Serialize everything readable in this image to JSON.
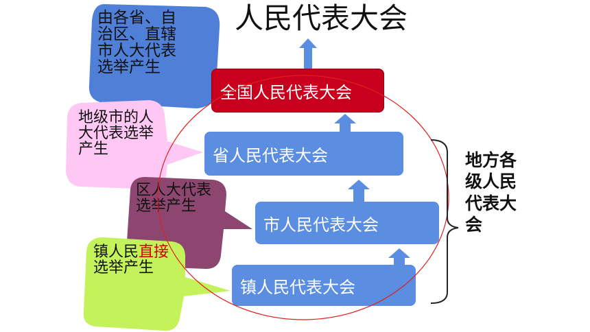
{
  "title": "人民代表大会",
  "boxes": {
    "national": "全国人民代表大会",
    "province": "省人民代表大会",
    "city": "市人民代表大会",
    "town": "镇人民代表大会"
  },
  "side_label": "地方各级人民代表大会",
  "callouts": {
    "provincial": "由各省、自治区、直辖市人大代表选举产生",
    "prefecture": "地级市的人大代表选举产生",
    "district": "区人大代表选举产生",
    "town_pre": "镇人民",
    "town_highlight": "直接",
    "town_post": "选举产生"
  },
  "colors": {
    "box_blue": "#5b8de0",
    "box_red": "#c8001e",
    "bubble_blue": "#4f7fd6",
    "bubble_pink": "#ffc8f4",
    "bubble_purple": "#8c4670",
    "bubble_green": "#c4f25a",
    "circle": "#e02020",
    "highlight": "#d00000"
  }
}
